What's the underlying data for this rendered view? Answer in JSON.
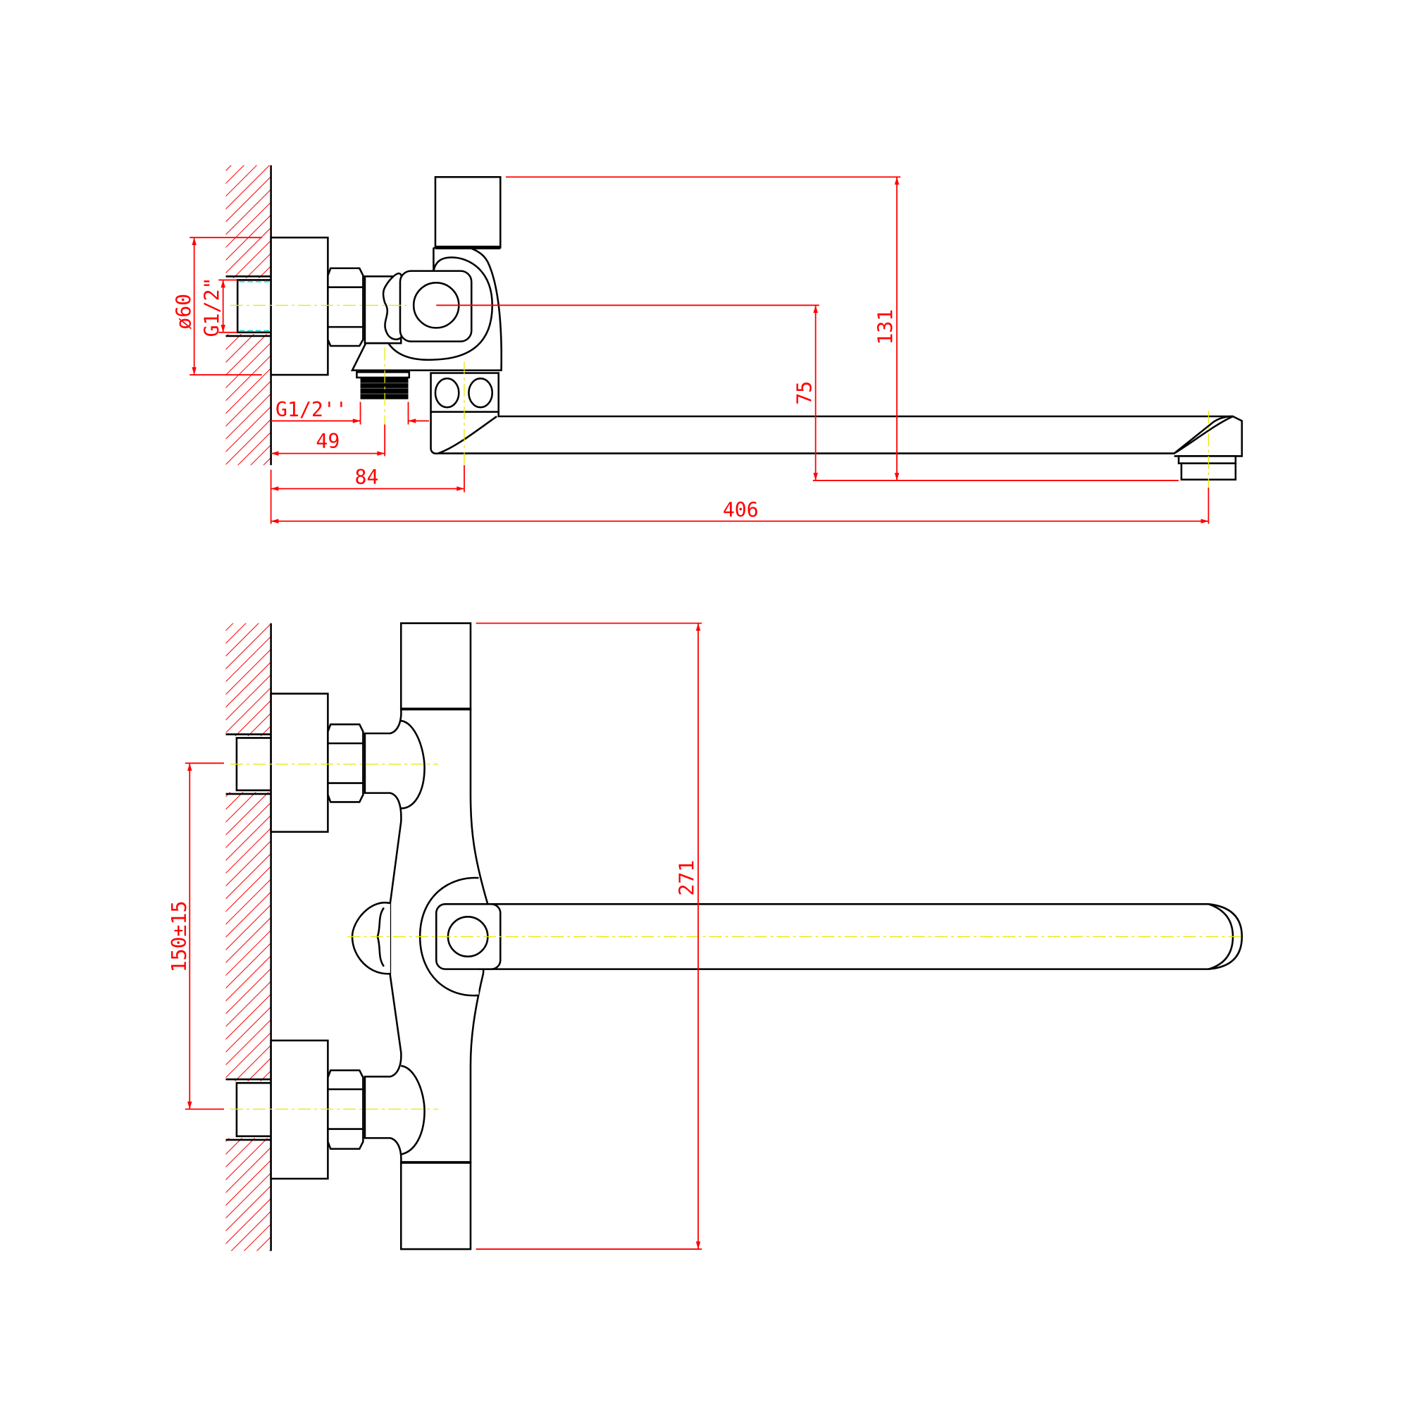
{
  "colors": {
    "outline": "#000000",
    "dimension": "#ff0000",
    "centerline": "#e8e800"
  },
  "side_view": {
    "dimensions": {
      "flange_diameter": "ø60",
      "inlet_thread": "G1/2\"",
      "outlet_thread": "G1/2''",
      "outlet_offset": "49",
      "spout_offset": "84",
      "total_reach": "406",
      "spout_height": "75",
      "total_height": "131"
    }
  },
  "front_view": {
    "dimensions": {
      "inlet_spacing": "150±15",
      "total_width": "271"
    }
  }
}
